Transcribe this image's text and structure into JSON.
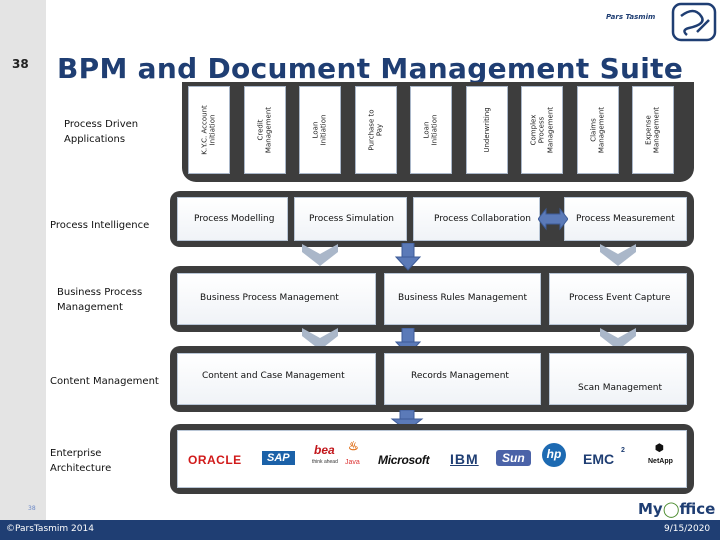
{
  "header": {
    "slide_number": "38",
    "title": "BPM and Document Management Suite",
    "brand_text": "Pars Tasmim"
  },
  "row_labels": {
    "applications": "Process Driven\nApplications",
    "intelligence": "Process Intelligence",
    "bpm": "Business Process\nManagement",
    "content": "Content Management",
    "enterprise": "Enterprise\nArchitecture"
  },
  "applications": [
    "K.Y.C. Account\nInitiation",
    "Credit\nManagement",
    "Loan\nInitiation",
    "Purchase to\nPay",
    "Loan\nInitiation",
    "Underwriting",
    "Complex\nProcess\nManagement",
    "Claims\nManagement",
    "Expense\nManagement"
  ],
  "intelligence": {
    "modelling": "Process Modelling",
    "simulation": "Process Simulation",
    "collaboration": "Process Collaboration",
    "measurement": "Process Measurement"
  },
  "bpm": {
    "bpm": "Business Process Management",
    "rules": "Business Rules Management",
    "events": "Process Event Capture"
  },
  "content": {
    "case": "Content and Case Management",
    "records": "Records Management",
    "scan": "Scan Management"
  },
  "vendors": {
    "oracle": "ORACLE",
    "sap": "SAP",
    "bea": "bea",
    "bea_sub": "think ahead",
    "java": "Java",
    "microsoft": "Microsoft",
    "ibm": "IBM",
    "sun": "Sun",
    "hp": "hp",
    "emc": "EMC",
    "emc_sup": "2",
    "netapp": "NetApp"
  },
  "footer": {
    "small_number": "38",
    "copyright": "©ParsTasmim 2014",
    "date": "9/15/2020",
    "my": "My",
    "office": "ffice"
  },
  "colors": {
    "title": "#1f3e73",
    "frame": "#3d3d3d",
    "connector": "#5b7ab8",
    "footer": "#1f3e73"
  }
}
